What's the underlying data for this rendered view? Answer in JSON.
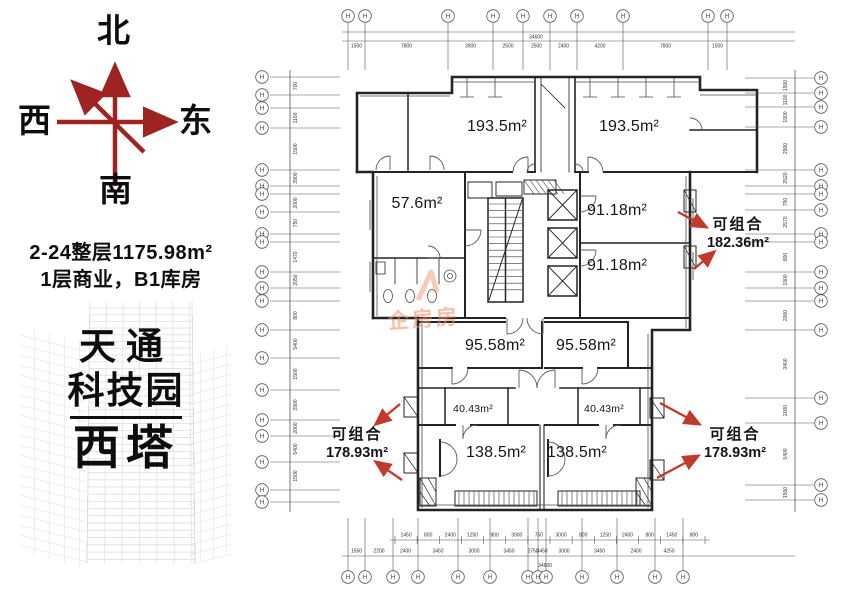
{
  "compass": {
    "north": "北",
    "west": "西",
    "east": "东",
    "south": "南"
  },
  "info": {
    "line1": "2-24整层1175.98m²",
    "line2": "1层商业，B1库房"
  },
  "building_card": {
    "line1": "天通",
    "line2": "科技园",
    "line3": "西塔"
  },
  "watermark": {
    "text": "企房房",
    "color": "#ee8c5f"
  },
  "plan": {
    "accent_red": "#c0392b",
    "rooms": [
      {
        "area": "193.5m²"
      },
      {
        "area": "193.5m²"
      },
      {
        "area": "57.6m²"
      },
      {
        "area": "91.18m²"
      },
      {
        "area": "91.18m²"
      },
      {
        "area": "95.58m²"
      },
      {
        "area": "95.58m²"
      },
      {
        "area": "40.43m²"
      },
      {
        "area": "40.43m²"
      },
      {
        "area": "138.5m²"
      },
      {
        "area": "138.5m²"
      }
    ],
    "combos": [
      {
        "label": "可组合",
        "area": "182.36m²"
      },
      {
        "label": "可组合",
        "area": "178.93m²"
      },
      {
        "label": "可组合",
        "area": "178.93m²"
      }
    ],
    "dims": {
      "bubble_glyph": "H",
      "top": {
        "total": "34600",
        "segs": [
          "1500",
          "7800",
          "3900",
          "2500",
          "2500",
          "2400",
          "4200",
          "7800",
          "1500"
        ]
      },
      "bottom": {
        "total": "34600",
        "inner": [
          "1450",
          "800",
          "2400",
          "1250",
          "800",
          "3000",
          "750",
          "3000",
          "800",
          "1250",
          "2400",
          "800",
          "1450",
          "800"
        ],
        "outer": [
          "1550",
          "2200",
          "2400",
          "3450",
          "3000",
          "3450",
          "2750",
          "3450",
          "3000",
          "3450",
          "2400",
          "4250"
        ]
      },
      "left": [
        "700",
        "1100",
        "1500",
        "3900",
        "2000",
        "750",
        "1470",
        "2050",
        "800",
        "5400",
        "1500",
        "2900",
        "2000",
        "5400",
        "1500"
      ],
      "right": [
        "1500",
        "1100",
        "1900",
        "2900",
        "2520",
        "750",
        "2570",
        "800",
        "1900",
        "2000",
        "3400",
        "2000",
        "5400",
        "1500"
      ]
    }
  }
}
